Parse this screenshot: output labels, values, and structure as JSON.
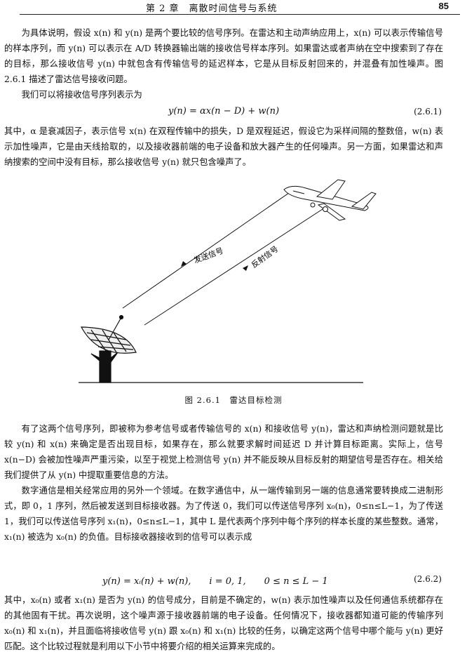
{
  "header": {
    "chapter": "第 2 章　离散时间信号与系统",
    "page_number": "85"
  },
  "paragraphs": {
    "p1": "为具体说明，假设 x(n) 和 y(n) 是两个要比较的信号序列。在雷达和主动声纳应用上，x(n) 可以表示传输信号的样本序列，而 y(n) 可以表示在 A/D 转换器输出端的接收信号样本序列。如果雷达或者声纳在空中搜索到了存在的目标，那么接收信号 y(n) 中就包含有传输信号的延迟样本，它是从目标反射回来的，并混叠有加性噪声。图 2.6.1 描述了雷达信号接收问题。",
    "p2": "我们可以将接收信号序列表示为",
    "p3": "其中，α 是衰减因子，表示信号 x(n) 在双程传输中的损失，D 是双程延迟，假设它为采样间隔的整数倍，w(n) 表示加性噪声，它是由天线拾取的，以及接收器前端的电子设备和放大器产生的任何噪声。另一方面，如果雷达和声纳搜索的空间中没有目标，那么接收信号 y(n) 就只包含噪声了。",
    "p4": "有了这两个信号序列，即被称为参考信号或者传输信号的 x(n) 和接收信号 y(n)，雷达和声纳检测问题就是比较 y(n) 和 x(n) 来确定是否出现目标，如果存在，那么就要求解时间延迟 D 并计算目标距离。实际上，信号 x(n−D) 会被加性噪声严重污染，以至于视觉上检测信号 y(n) 并不能反映从目标反射的期望信号是否存在。相关给我们提供了从 y(n) 中提取重要信息的方法。",
    "p5": "数字通信是相关经常应用的另外一个领域。在数字通信中，从一端传输到另一端的信息通常要转换成二进制形式，即 0，1 序列，然后被发送到目标接收器。为了传送 0，我们可以传送信号序列 x₀(n)，0≤n≤L−1，为了传送 1，我们可以传送信号序列 x₁(n)，0≤n≤L−1，其中 L 是代表两个序列中每个序列的样本长度的某些整数。通常，x₁(n) 被选为 x₀(n) 的负值。目标接收器接收到的信号可以表示成",
    "p6": "其中，x₀(n) 或者 x₁(n) 是否为 y(n) 的信号成分，目前是不确定的，w(n) 表示加性噪声以及任何通信系统都存在的其他固有干扰。再次说明，这个噪声源于接收器前端的电子设备。任何情况下，接收器都知道可能的传输序列 x₀(n) 和 x₁(n)，并且面临将接收信号 y(n) 跟 x₀(n) 和 x₁(n) 比较的任务，以确定这两个信号中哪个能与 y(n) 更好匹配。这个比较过程就是利用以下小节中将要介绍的相关运算来完成的。"
  },
  "equations": {
    "eq1": {
      "formula": "y(n) = αx(n − D) + w(n)",
      "number": "(2.6.1)"
    },
    "eq2": {
      "formula": "y(n) = xᵢ(n) + w(n),　　i = 0, 1,　　0 ≤ n ≤ L − 1",
      "number": "(2.6.2)"
    }
  },
  "figure": {
    "label_transmit": "发送信号",
    "label_reflect": "反射信号",
    "caption": "图 2.6.1　雷达目标检测"
  }
}
